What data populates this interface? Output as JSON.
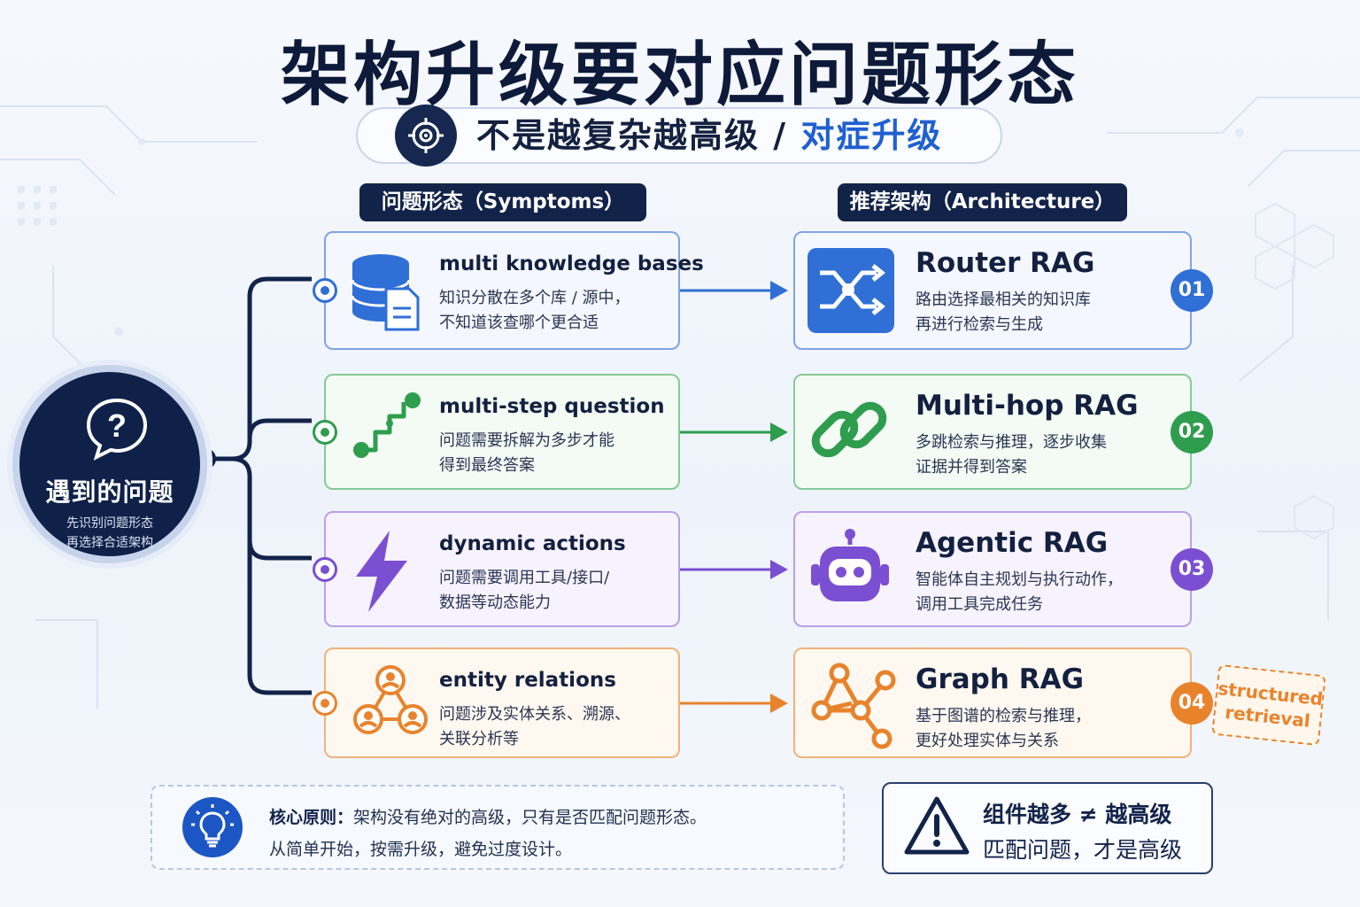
{
  "title": "架构升级要对应问题形态",
  "subtitle": {
    "main": "不是越复杂越高级 / ",
    "highlight": "对症升级"
  },
  "headers": {
    "symptoms": "问题形态（Symptoms）",
    "architecture": "推荐架构（Architecture）"
  },
  "problem": {
    "title": "遇到的问题",
    "line1": "先识别问题形态",
    "line2": "再选择合适架构"
  },
  "rows": [
    {
      "symptom_title": "multi knowledge bases",
      "symptom_desc": [
        "知识分散在多个库 / 源中，",
        "不知道该查哪个更合适"
      ],
      "arch_title": "Router RAG",
      "arch_desc": [
        "路由选择最相关的知识库",
        "再进行检索与生成"
      ],
      "number": "01",
      "color": "#2f6fd6",
      "symptom_icon": "database-icon",
      "arch_icon": "shuffle-router-icon"
    },
    {
      "symptom_title": "multi-step question",
      "symptom_desc": [
        "问题需要拆解为多步才能",
        "得到最终答案"
      ],
      "arch_title": "Multi-hop RAG",
      "arch_desc": [
        "多跳检索与推理，逐步收集",
        "证据并得到答案"
      ],
      "number": "02",
      "color": "#2e9d4e",
      "symptom_icon": "steps-icon",
      "arch_icon": "chain-link-icon"
    },
    {
      "symptom_title": "dynamic actions",
      "symptom_desc": [
        "问题需要调用工具/接口/",
        "数据等动态能力"
      ],
      "arch_title": "Agentic RAG",
      "arch_desc": [
        "智能体自主规划与执行动作，",
        "调用工具完成任务"
      ],
      "number": "03",
      "color": "#7b4fd1",
      "symptom_icon": "lightning-icon",
      "arch_icon": "robot-icon"
    },
    {
      "symptom_title": "entity relations",
      "symptom_desc": [
        "问题涉及实体关系、溯源、",
        "关联分析等"
      ],
      "arch_title": "Graph RAG",
      "arch_desc": [
        "基于图谱的检索与推理，",
        "更好处理实体与关系"
      ],
      "number": "04",
      "color": "#e8832c",
      "symptom_icon": "people-network-icon",
      "arch_icon": "graph-icon"
    }
  ],
  "stamp": {
    "line1": "structured",
    "line2": "retrieval"
  },
  "principle": {
    "label": "核心原则：",
    "line1": "架构没有绝对的高级，只有是否匹配问题形态。",
    "line2": "从简单开始，按需升级，避免过度设计。"
  },
  "warning": {
    "line1": "组件越多 ≠ 越高级",
    "line2": "匹配问题，才是高级"
  }
}
